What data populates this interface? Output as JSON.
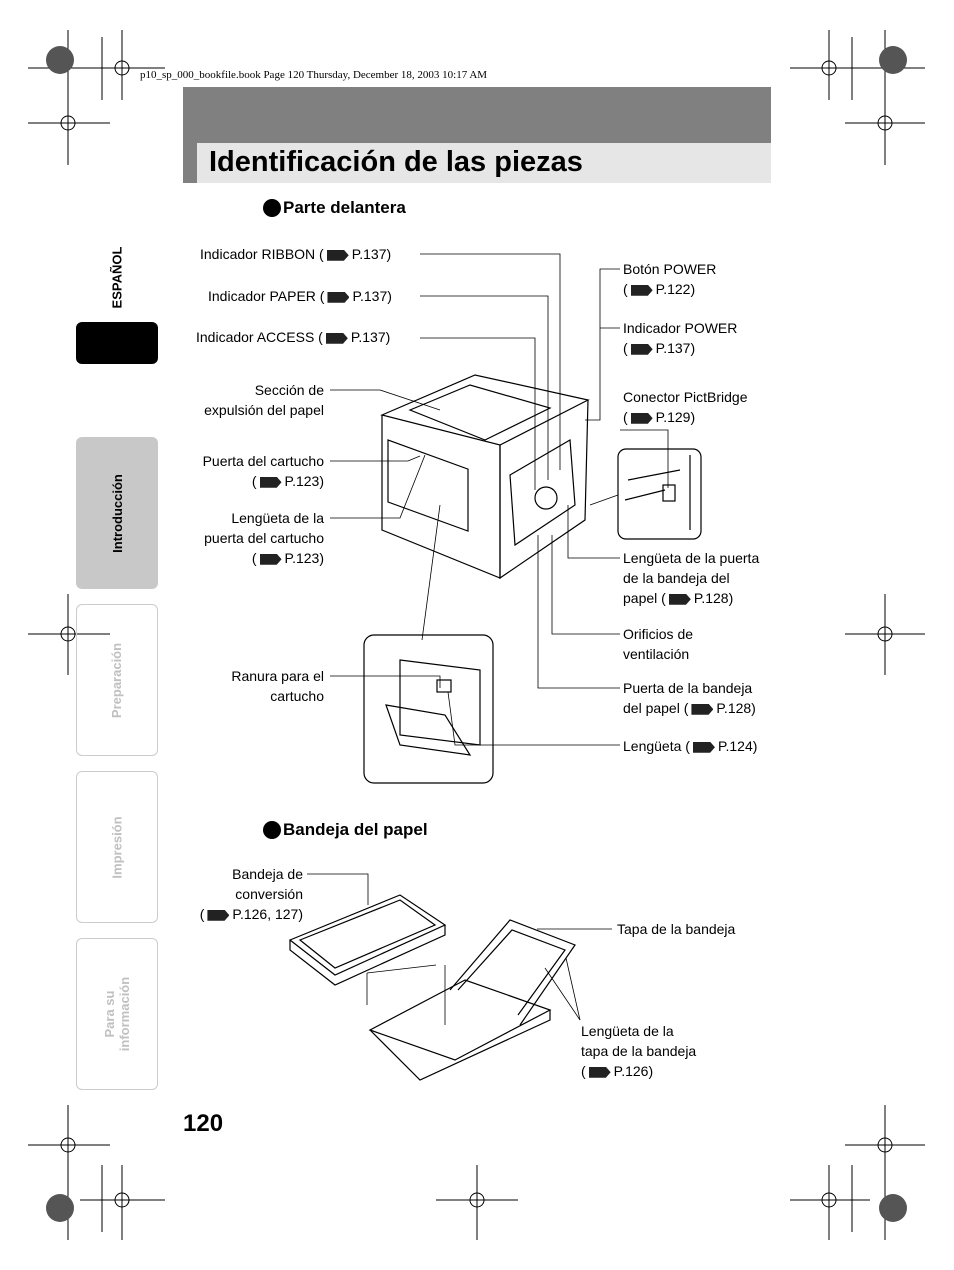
{
  "header": {
    "file_info": "p10_sp_000_bookfile.book  Page 120  Thursday, December 18, 2003  10:17 AM"
  },
  "title": "Identificación de las piezas",
  "side_tabs": {
    "language": "ESPAÑOL",
    "intro": "Introducción",
    "prep": "Preparación",
    "print": "Impresión",
    "info_line1": "Para su",
    "info_line2": "información"
  },
  "sections": {
    "front": "Parte delantera",
    "tray": "Bandeja del papel"
  },
  "front_labels": {
    "ribbon": {
      "text": "Indicador RIBBON (",
      "ref": "P.137)"
    },
    "paper": {
      "text": "Indicador PAPER (",
      "ref": "P.137)"
    },
    "access": {
      "text": "Indicador ACCESS (",
      "ref": "P.137)"
    },
    "ejection_1": "Sección de",
    "ejection_2": "expulsión del papel",
    "cart_door_1": "Puerta del cartucho",
    "cart_door_ref": "P.123)",
    "cart_tab_1": "Lengüeta de la",
    "cart_tab_2": "puerta del cartucho",
    "cart_tab_ref": "P.123)",
    "slot_1": "Ranura para el",
    "slot_2": "cartucho",
    "power_btn_1": "Botón POWER",
    "power_btn_ref": "P.122)",
    "power_ind_1": "Indicador POWER",
    "power_ind_ref": "P.137)",
    "pictbridge_1": "Conector PictBridge",
    "pictbridge_ref": "P.129)",
    "tray_door_tab_1": "Lengüeta de la puerta",
    "tray_door_tab_2": "de la bandeja del",
    "tray_door_tab_3": "papel (",
    "tray_door_tab_ref": "P.128)",
    "vent_1": "Orificios de",
    "vent_2": "ventilación",
    "tray_door_1": "Puerta de la bandeja",
    "tray_door_2": "del papel (",
    "tray_door_ref": "P.128)",
    "tab": "Lengüeta (",
    "tab_ref": "P.124)"
  },
  "tray_labels": {
    "conv_1": "Bandeja de",
    "conv_2": "conversión",
    "conv_ref": "P.126, 127)",
    "cover": "Tapa de la bandeja",
    "cover_tab_1": "Lengüeta de la",
    "cover_tab_2": "tapa de la bandeja",
    "cover_tab_ref": "P.126)"
  },
  "page_number": "120"
}
